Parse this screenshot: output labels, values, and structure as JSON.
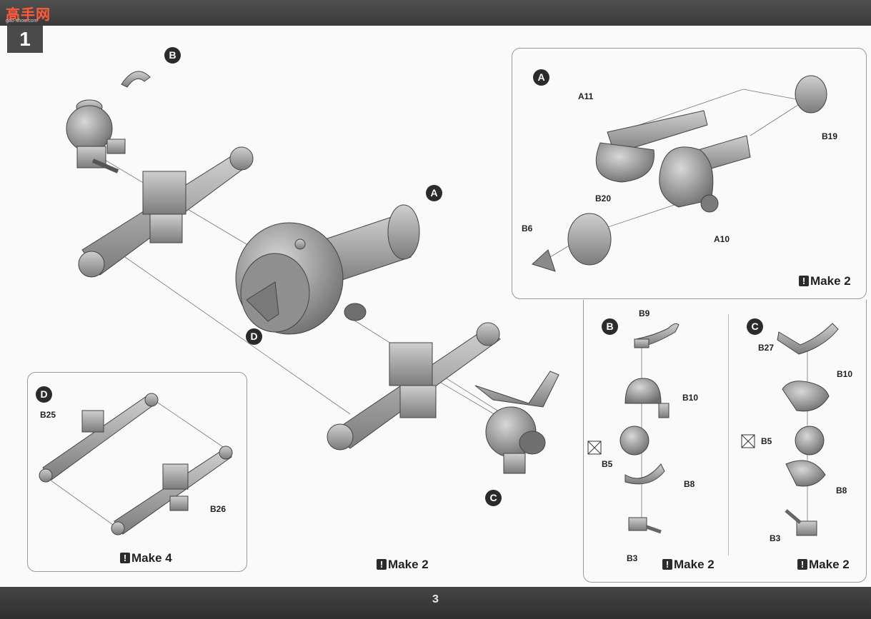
{
  "site_logo": {
    "text": "高手网",
    "subtext": "gao-shou.com"
  },
  "step": {
    "number": "1"
  },
  "page_number": "3",
  "main": {
    "callouts": {
      "a": "A",
      "b": "B",
      "c": "C",
      "d": "D"
    },
    "make_note": "Make 2"
  },
  "panel_a": {
    "badge": "A",
    "parts": {
      "a11": "A11",
      "b19": "B19",
      "b20": "B20",
      "b6": "B6",
      "a10": "A10"
    },
    "make_note": "Make 2"
  },
  "panel_b": {
    "badge": "B",
    "parts": {
      "b9": "B9",
      "b10": "B10",
      "b5": "B5",
      "b8": "B8",
      "b3": "B3"
    },
    "make_note": "Make 2"
  },
  "panel_c": {
    "badge": "C",
    "parts": {
      "b27": "B27",
      "b10": "B10",
      "b5": "B5",
      "b8": "B8",
      "b3": "B3"
    },
    "make_note": "Make 2"
  },
  "panel_d": {
    "badge": "D",
    "parts": {
      "b25": "B25",
      "b26": "B26"
    },
    "make_note": "Make 4"
  },
  "icons": {
    "warning": "exclamation-icon",
    "no_glue": "no-glue-icon"
  },
  "colors": {
    "part_fill": "#a9a9a9",
    "part_dark": "#6f6f6f",
    "ink": "#222222",
    "bar": "#3a3a3a"
  }
}
